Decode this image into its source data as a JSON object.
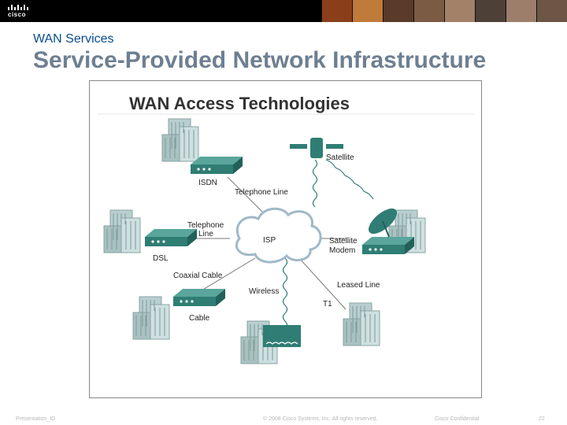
{
  "header": {
    "logo_text": "cisco"
  },
  "slide": {
    "subtitle": "WAN Services",
    "title": "Service-Provided Network Infrastructure"
  },
  "figure": {
    "title": "WAN Access Technologies",
    "labels": {
      "satellite": "Satellite",
      "isdn": "ISDN",
      "telephone_line_1": "Telephone Line",
      "telephone_line_2a": "Telephone",
      "telephone_line_2b": "Line",
      "isp": "ISP",
      "satellite_modem_a": "Satellite",
      "satellite_modem_b": "Modem",
      "dsl": "DSL",
      "coaxial_cable": "Coaxial Cable",
      "wireless": "Wireless",
      "leased_line": "Leased Line",
      "t1": "T1",
      "cable": "Cable"
    }
  },
  "footer": {
    "left": "Presentation_ID",
    "center": "© 2008 Cisco Systems, Inc. All rights reserved.",
    "confidential": "Cisco Confidential",
    "page": "22"
  },
  "colors": {
    "title": "#6e7f91",
    "subtitle": "#0a4d8c",
    "device": "#2f7d74",
    "cloud": "#ffffff"
  }
}
